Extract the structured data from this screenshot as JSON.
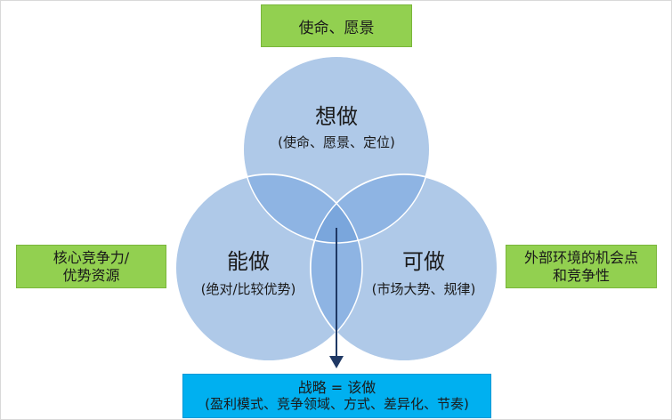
{
  "boxes": {
    "top": "使命、愿景",
    "left_line1": "核心竞争力/",
    "left_line2": "优势资源",
    "right_line1": "外部环境的机会点",
    "right_line2": "和竞争性",
    "bottom_line1": "战略 = 该做",
    "bottom_line2": "(盈利模式、竞争领域、方式、差异化、节奏)"
  },
  "circles": {
    "top": {
      "title": "想做",
      "desc": "(使命、愿景、定位)"
    },
    "left": {
      "title": "能做",
      "desc": "(绝对/比较优势)"
    },
    "right": {
      "title": "可做",
      "desc": "(市场大势、规律)"
    }
  },
  "colors": {
    "circle_fill": "#afc9e8",
    "overlap_fill": "#8eb4e3",
    "arrow": "#1f3864",
    "green_box": "#92d050",
    "blue_box": "#00b0f0"
  }
}
